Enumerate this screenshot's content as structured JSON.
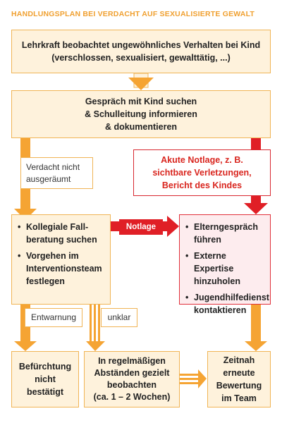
{
  "title": "HANDLUNGSPLAN BEI VERDACHT AUF SEXUALISIERTE GEWALT",
  "colors": {
    "orange": "#f5a433",
    "orange_light": "#fef2dc",
    "red": "#e01f26",
    "red_light": "#fdecee"
  },
  "boxes": {
    "observe": "Lehrkraft beobachtet ungewöhnliches Verhalten bei Kind\n(verschlossen, sexualisiert, gewalttätig, ...)",
    "talk": "Gespräch mit Kind suchen\n& Schulleitung informieren\n& dokumentieren",
    "emergency": "Akute Notlage, z. B.\nsichtbare Verletzungen,\nBericht des Kindes",
    "collegial": [
      "Kollegiale Fall-\nberatung suchen",
      "Vorgehen im\nInterventionsteam\nfestlegen"
    ],
    "parents": [
      "Elterngespräch\nführen",
      "Externe Expertise\nhinzuholen",
      "Jugendhilfedienst\nkontaktieren"
    ],
    "not_confirmed": "Befürchtung\nnicht\nbestätigt",
    "observe_regular": "In regelmäßigen\nAbständen gezielt\nbeobachten\n(ca. 1 – 2 Wochen)",
    "reassess": "Zeitnah\nerneute\nBewertung\nim Team"
  },
  "labels": {
    "not_cleared": "Verdacht nicht\nausgeräumt",
    "notlage": "Notlage",
    "all_clear": "Entwarnung",
    "unclear": "unklar"
  }
}
